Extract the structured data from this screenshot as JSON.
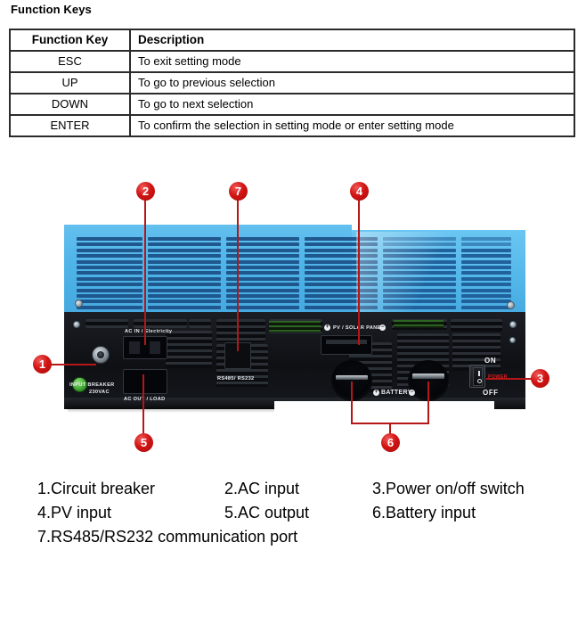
{
  "section_title": "Function Keys",
  "table": {
    "headers": [
      "Function Key",
      "Description"
    ],
    "rows": [
      {
        "key": "ESC",
        "desc": "To exit setting mode"
      },
      {
        "key": "UP",
        "desc": "To go to previous selection"
      },
      {
        "key": "DOWN",
        "desc": "To go to next selection"
      },
      {
        "key": "ENTER",
        "desc": "To confirm the selection in setting mode or enter setting mode"
      }
    ]
  },
  "diagram": {
    "callouts": [
      {
        "number": "1"
      },
      {
        "number": "2"
      },
      {
        "number": "3"
      },
      {
        "number": "4"
      },
      {
        "number": "5"
      },
      {
        "number": "6"
      },
      {
        "number": "7"
      }
    ],
    "panel_labels": {
      "ac_in": "AC IN / Electricity",
      "input_breaker_line1": "INPUT  BREAKER",
      "input_breaker_line2": "230VAC",
      "ac_out": "AC OUT / LOAD",
      "rs485": "RS485/ RS232",
      "pv": "PV / SOLAR PANEL",
      "battery": "BATTERY",
      "on": "ON",
      "off": "OFF",
      "power": "POWER",
      "plus": "+",
      "minus": "−"
    },
    "colors": {
      "housing_blue": "#55b8ea",
      "panel_black": "#121418",
      "callout_red": "#d21414",
      "lead_red": "#b51616",
      "breaker_green": "#3da32f"
    }
  },
  "captions": {
    "row1": [
      "1.Circuit breaker",
      "2.AC input",
      "3.Power on/off switch"
    ],
    "row2": [
      "4.PV input",
      "5.AC output",
      "6.Battery input"
    ],
    "row3": [
      "7.RS485/RS232 communication port"
    ]
  }
}
